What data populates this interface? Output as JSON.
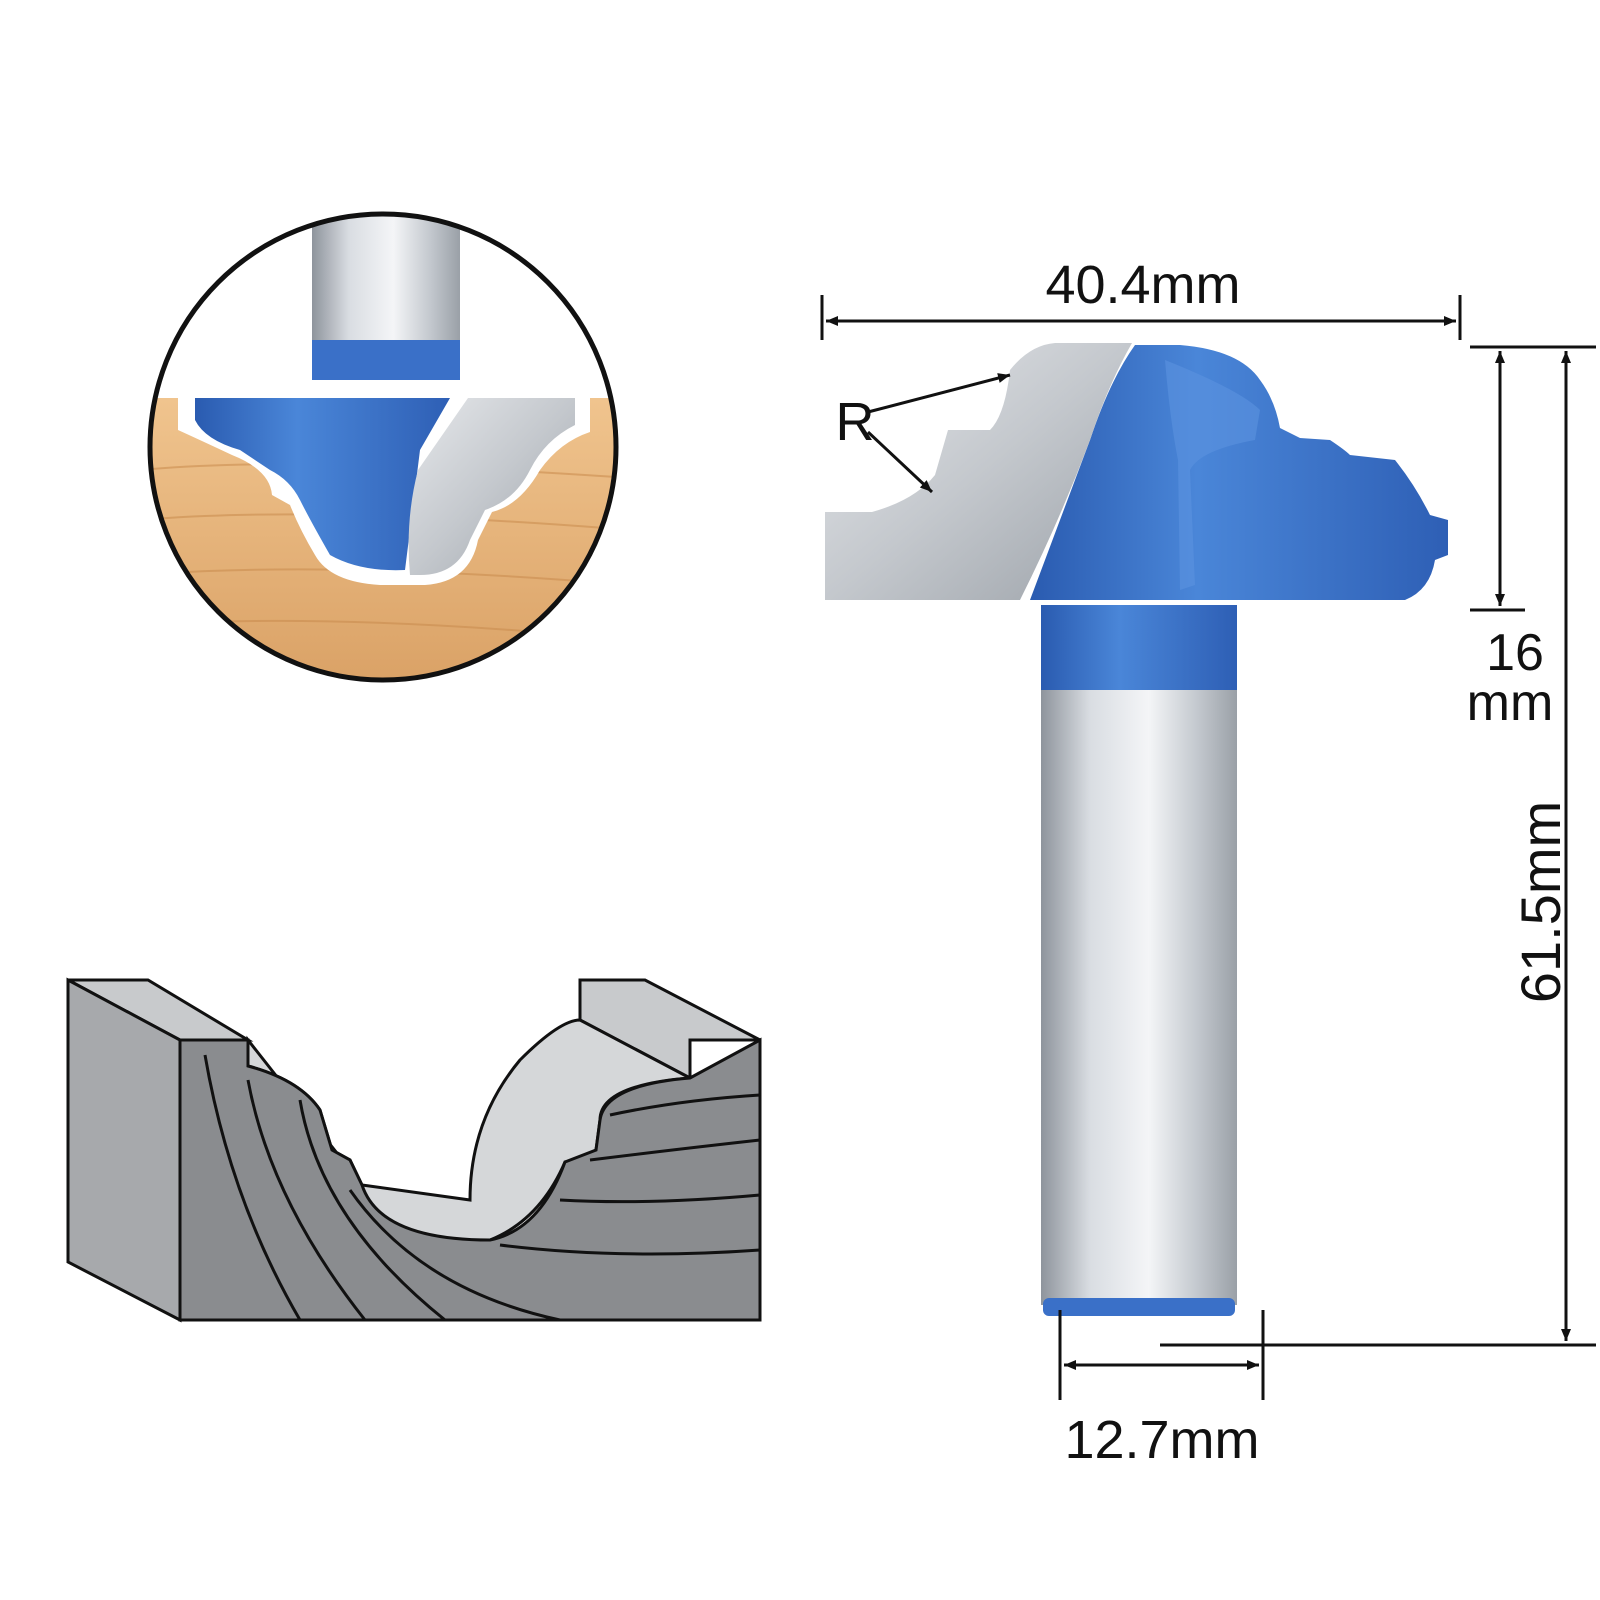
{
  "dimensions": {
    "cutting_width": "40.4mm",
    "radius_label": "R",
    "cutting_height_value": "16",
    "cutting_height_unit": "mm",
    "overall_length": "61.5mm",
    "shank_diameter": "12.7mm"
  },
  "colors": {
    "blade_blue": "#3b6fc4",
    "steel": "#c9cdd3",
    "wood": "#e8b47a",
    "profile_gray": "#8a8c8f"
  }
}
